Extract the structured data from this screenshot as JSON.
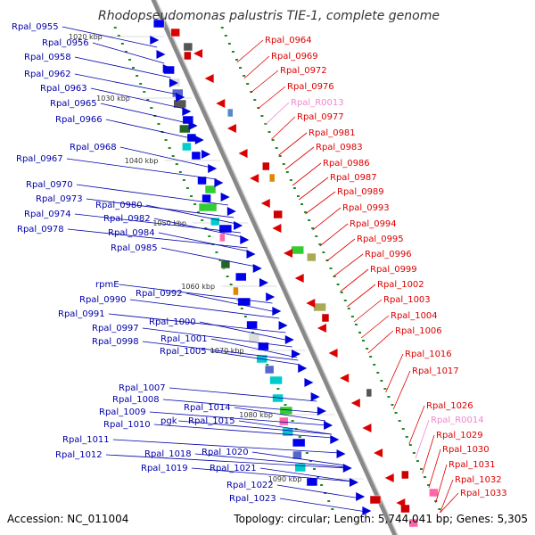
{
  "title": "Rhodopseudomonas palustris TIE-1, complete genome",
  "footer": {
    "accession": "Accession: NC_011004",
    "stats": "Topology: circular; Length: 5,744,041 bp; Genes: 5,305"
  },
  "colors": {
    "left_label": "#0000aa",
    "right_label": "#dd0000",
    "rna_label": "#ee88cc",
    "backbone": "#888888",
    "gc_dot": "#228822"
  },
  "kbp_ticks": [
    "1020 kbp",
    "1030 kbp",
    "1040 kbp",
    "1050 kbp",
    "1060 kbp",
    "1070 kbp",
    "1080 kbp",
    "1090 kbp"
  ],
  "left_labels": [
    "Rpal_0955",
    "Rpal_0956",
    "Rpal_0958",
    "Rpal_0962",
    "Rpal_0963",
    "Rpal_0965",
    "Rpal_0966",
    "Rpal_0968",
    "Rpal_0967",
    "Rpal_0970",
    "Rpal_0973",
    "Rpal_0974",
    "Rpal_0978",
    "Rpal_0980",
    "Rpal_0982",
    "Rpal_0984",
    "Rpal_0985",
    "rpmE",
    "Rpal_0992",
    "Rpal_0990",
    "Rpal_0991",
    "Rpal_1000",
    "Rpal_0997",
    "Rpal_0998",
    "Rpal_1001",
    "Rpal_1005",
    "Rpal_1007",
    "Rpal_1008",
    "Rpal_1009",
    "Rpal_1014",
    "Rpal_1010",
    "pgk",
    "Rpal_1015",
    "Rpal_1011",
    "Rpal_1012",
    "Rpal_1018",
    "Rpal_1020",
    "Rpal_1019",
    "Rpal_1021",
    "Rpal_1022",
    "Rpal_1023"
  ],
  "right_labels": [
    "Rpal_0964",
    "Rpal_0969",
    "Rpal_0972",
    "Rpal_0976",
    "Rpal_R0013",
    "Rpal_0977",
    "Rpal_0981",
    "Rpal_0983",
    "Rpal_0986",
    "Rpal_0987",
    "Rpal_0989",
    "Rpal_0993",
    "Rpal_0994",
    "Rpal_0995",
    "Rpal_0996",
    "Rpal_0999",
    "Rpal_1002",
    "Rpal_1003",
    "Rpal_1004",
    "Rpal_1006",
    "Rpal_1016",
    "Rpal_1017",
    "Rpal_1026",
    "Rpal_R0014",
    "Rpal_1029",
    "Rpal_1030",
    "Rpal_1031",
    "Rpal_1032",
    "Rpal_1033"
  ]
}
